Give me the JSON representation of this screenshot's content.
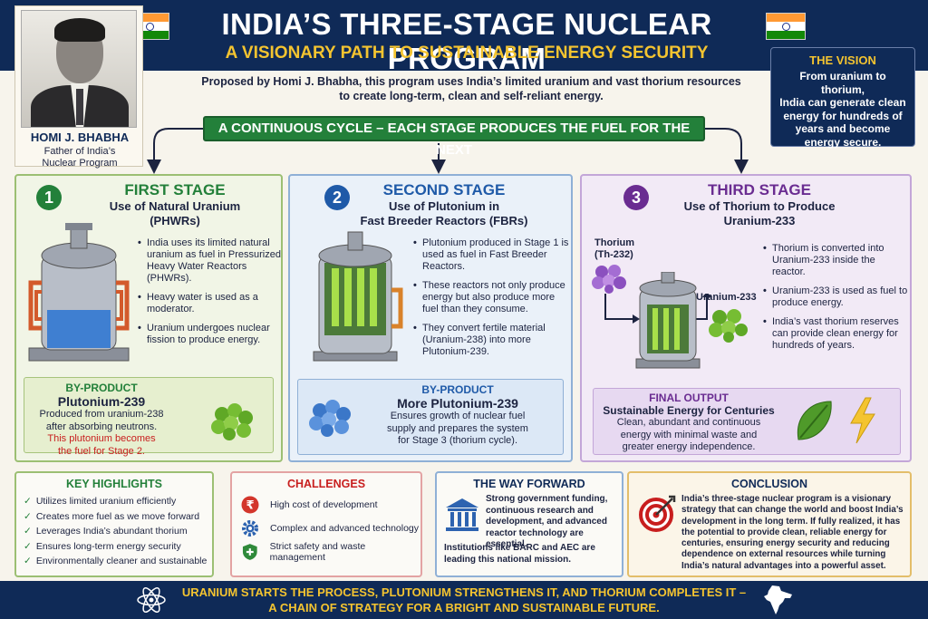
{
  "header": {
    "title": "INDIA’S THREE-STAGE NUCLEAR PROGRAM",
    "subtitle": "A VISIONARY PATH TO SUSTAINABLE ENERGY SECURITY"
  },
  "portrait": {
    "name": "HOMI J. BHABHA",
    "role_line1": "Father of India’s",
    "role_line2": "Nuclear Program"
  },
  "intro": {
    "line1": "Proposed by Homi J. Bhabha, this program uses India’s limited uranium and vast thorium resources",
    "line2": "to create long-term, clean and self-reliant energy."
  },
  "vision": {
    "title": "THE VISION",
    "lines": [
      "From uranium to thorium,",
      "India can generate clean",
      "energy for hundreds of",
      "years and become",
      "energy secure."
    ]
  },
  "cycle_banner": "A CONTINUOUS CYCLE – EACH STAGE PRODUCES THE FUEL FOR THE NEXT",
  "stages": [
    {
      "number": "1",
      "title": "FIRST STAGE",
      "sub": [
        "Use of Natural Uranium",
        "(PHWRs)"
      ],
      "bullets": [
        "India uses its limited natural uranium as fuel in Pressurized Heavy Water Reactors (PHWRs).",
        "Heavy water is used as a moderator.",
        "Uranium undergoes nuclear fission to produce energy."
      ],
      "byproduct": {
        "label": "BY-PRODUCT",
        "name": "Plutonium-239",
        "desc1": "Produced from uranium-238",
        "desc2": "after absorbing neutrons.",
        "highlight1": "This plutonium becomes",
        "highlight2": "the fuel for Stage 2."
      },
      "color": "#23803a"
    },
    {
      "number": "2",
      "title": "SECOND STAGE",
      "sub": [
        "Use of Plutonium in",
        "Fast Breeder Reactors (FBRs)"
      ],
      "bullets": [
        "Plutonium produced in Stage 1 is used as fuel in Fast Breeder Reactors.",
        "These reactors not only produce energy but also produce more fuel than they consume.",
        "They convert fertile material (Uranium-238) into more Plutonium-239."
      ],
      "byproduct": {
        "label": "BY-PRODUCT",
        "name": "More Plutonium-239",
        "desc1": "Ensures growth of nuclear fuel",
        "desc2": "supply and prepares the system",
        "desc3": "for Stage 3 (thorium cycle)."
      },
      "color": "#1f5aa8"
    },
    {
      "number": "3",
      "title": "THIRD STAGE",
      "sub": [
        "Use of Thorium to Produce",
        "Uranium-233"
      ],
      "thorium_label1": "Thorium",
      "thorium_label2": "(Th-232)",
      "uranium_label": "Uranium-233",
      "bullets": [
        "Thorium is converted into Uranium-233 inside the reactor.",
        "Uranium-233 is used as fuel to produce energy.",
        "India’s vast thorium reserves can provide clean energy for hundreds of years."
      ],
      "final": {
        "label": "FINAL OUTPUT",
        "name": "Sustainable Energy for Centuries",
        "desc1": "Clean, abundant and continuous",
        "desc2": "energy with minimal waste and",
        "desc3": "greater energy independence."
      },
      "color": "#6a2c91"
    }
  ],
  "key_highlights": {
    "title": "KEY HIGHLIGHTS",
    "items": [
      "Utilizes limited uranium efficiently",
      "Creates more fuel as we move forward",
      "Leverages India’s abundant thorium",
      "Ensures long-term energy security",
      "Environmentally cleaner and sustainable"
    ]
  },
  "challenges": {
    "title": "CHALLENGES",
    "items": [
      "High cost of development",
      "Complex and advanced technology",
      "Strict safety and waste management"
    ],
    "rupee_symbol": "₹"
  },
  "way_forward": {
    "title": "THE WAY FORWARD",
    "text1": "Strong government funding, continuous research and development, and advanced reactor technology are essential.",
    "text2": "Institutions like BARC and AEC are leading this national mission."
  },
  "conclusion": {
    "title": "CONCLUSION",
    "text": "India’s three-stage nuclear program is a visionary strategy that can change the world and boost India’s development in the long term. If fully realized, it has the potential to provide clean, reliable energy for centuries, ensuring energy security and reducing dependence on external resources while turning India’s natural advantages into a powerful asset."
  },
  "footer": {
    "line1": "URANIUM STARTS THE PROCESS, PLUTONIUM STRENGTHENS IT, AND THORIUM COMPLETES IT –",
    "line2": "A CHAIN OF STRATEGY FOR A BRIGHT AND SUSTAINABLE FUTURE."
  },
  "colors": {
    "navy": "#0f2a57",
    "gold": "#f4c430",
    "green": "#23803a",
    "blue": "#1f5aa8",
    "purple": "#6a2c91",
    "red": "#c81e1e"
  }
}
